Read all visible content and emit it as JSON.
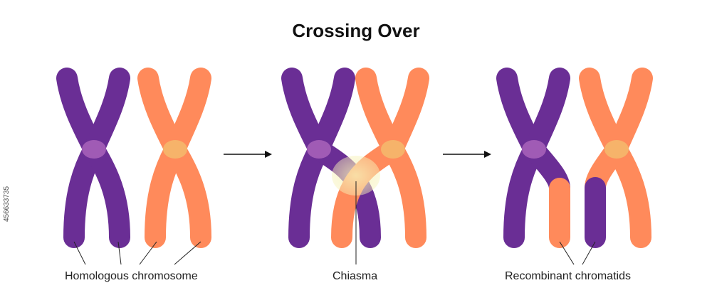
{
  "title": "Crossing Over",
  "labels": {
    "homologous": "Homologous chromosome",
    "chiasma": "Chiasma",
    "recombinant": "Recombinant chromatids"
  },
  "side_id": "456633735",
  "colors": {
    "purple": "#6A2E95",
    "orange": "#FF8A5B",
    "purple_centromere": "#A05BB5",
    "orange_centromere": "#F6B36A",
    "chiasma_glow": "#F3F0B0",
    "line": "#222222",
    "arrow": "#111111"
  }
}
